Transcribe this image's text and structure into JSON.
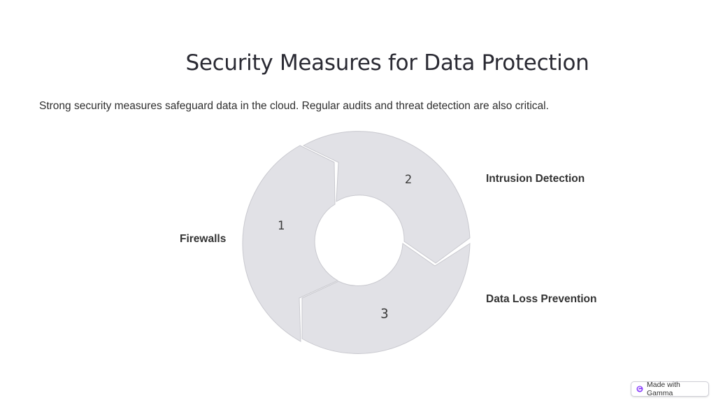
{
  "slide": {
    "title": "Security Measures for Data Protection",
    "subtitle": "Strong security measures safeguard data in the cloud. Regular audits and threat detection are also critical."
  },
  "cycle": {
    "segments": [
      {
        "number": "1",
        "label": "Firewalls"
      },
      {
        "number": "2",
        "label": "Intrusion Detection"
      },
      {
        "number": "3",
        "label": "Data Loss Prevention"
      }
    ],
    "fill_color": "#e1e1e6",
    "stroke_color": "#c9c9cf"
  },
  "badge": {
    "text": "Made with Gamma",
    "icon": "gamma-logo-icon",
    "accent_color": "#8a3ffc"
  }
}
